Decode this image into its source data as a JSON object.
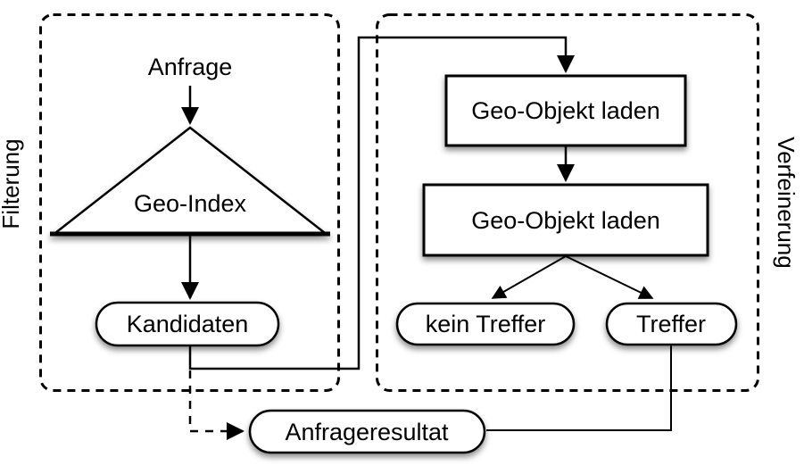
{
  "diagram": {
    "colors": {
      "line": "#000000",
      "fill": "#ffffff",
      "background": "#ffffff",
      "text": "#000000"
    },
    "groups": {
      "filterung": {
        "label": "Filterung"
      },
      "verfeinerung": {
        "label": "Verfeinerung"
      }
    },
    "nodes": {
      "anfrage": {
        "label": "Anfrage",
        "type": "text"
      },
      "geo_index": {
        "label": "Geo-Index",
        "type": "triangle"
      },
      "kandidaten": {
        "label": "Kandidaten",
        "type": "pill"
      },
      "geo_objekt_laden_1": {
        "label": "Geo-Objekt laden",
        "type": "rect"
      },
      "geo_objekt_laden_2": {
        "label": "Geo-Objekt laden",
        "type": "rect"
      },
      "kein_treffer": {
        "label": "kein Treffer",
        "type": "pill"
      },
      "treffer": {
        "label": "Treffer",
        "type": "pill"
      },
      "anfrageresultat": {
        "label": "Anfrageresultat",
        "type": "pill"
      }
    },
    "edges": [
      {
        "from": "anfrage",
        "to": "geo_index",
        "style": "solid-arrow"
      },
      {
        "from": "geo_index",
        "to": "kandidaten",
        "style": "solid-arrow"
      },
      {
        "from": "kandidaten",
        "to": "geo_objekt_laden_1",
        "style": "solid-arrow"
      },
      {
        "from": "geo_objekt_laden_1",
        "to": "geo_objekt_laden_2",
        "style": "solid-arrow"
      },
      {
        "from": "geo_objekt_laden_2",
        "to": "kein_treffer",
        "style": "solid-arrow"
      },
      {
        "from": "geo_objekt_laden_2",
        "to": "treffer",
        "style": "solid-arrow"
      },
      {
        "from": "treffer",
        "to": "anfrageresultat",
        "style": "solid-line"
      },
      {
        "from": "kandidaten",
        "to": "anfrageresultat",
        "style": "dashed-arrow"
      }
    ]
  }
}
